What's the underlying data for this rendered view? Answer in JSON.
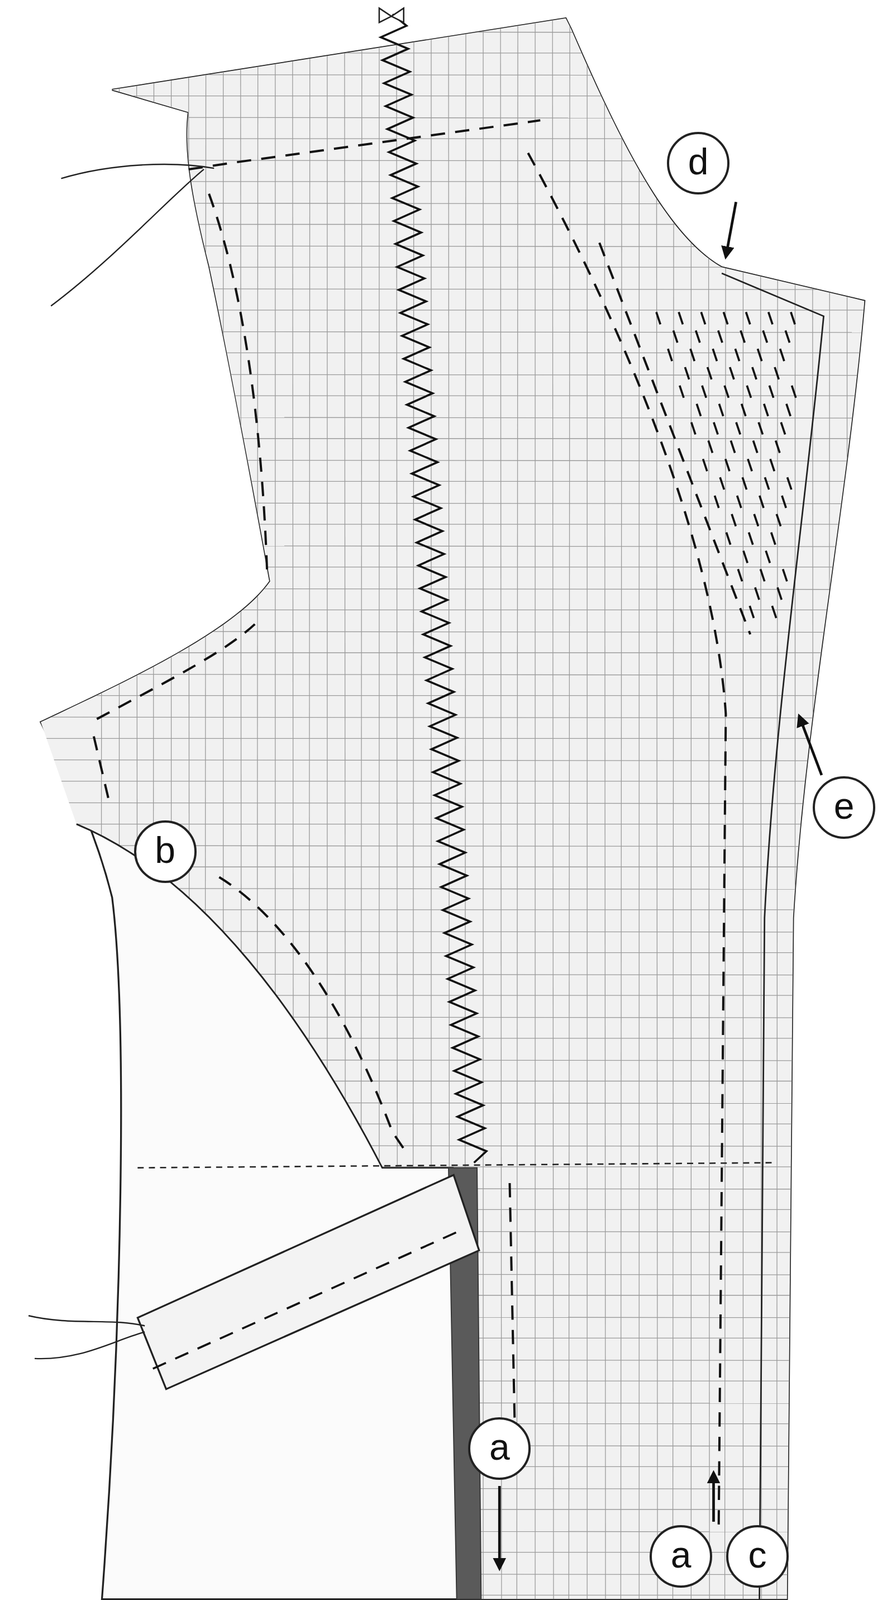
{
  "diagram": {
    "labels": [
      "d",
      "e",
      "b",
      "a",
      "a",
      "c"
    ]
  }
}
